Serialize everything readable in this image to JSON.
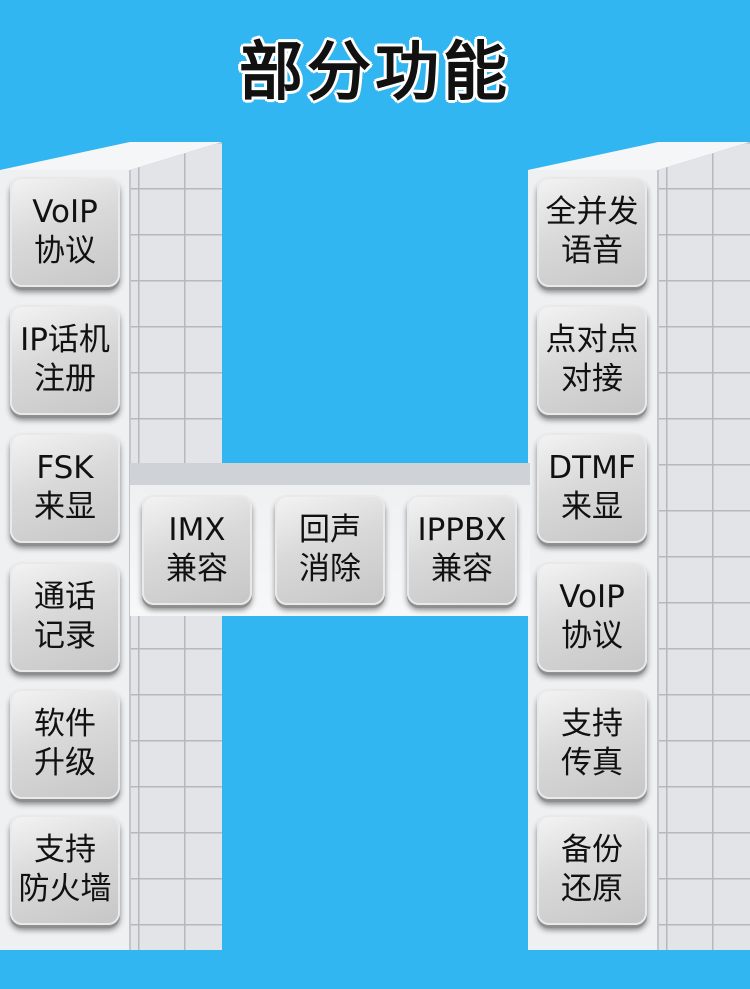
{
  "title": "部分功能",
  "left_column": [
    {
      "line1": "VoIP",
      "line2": "协议"
    },
    {
      "line1": "IP话机",
      "line2": "注册"
    },
    {
      "line1": "FSK",
      "line2": "来显"
    },
    {
      "line1": "通话",
      "line2": "记录"
    },
    {
      "line1": "软件",
      "line2": "升级"
    },
    {
      "line1": "支持",
      "line2": "防火墙"
    }
  ],
  "right_column": [
    {
      "line1": "全并发",
      "line2": "语音"
    },
    {
      "line1": "点对点",
      "line2": "对接"
    },
    {
      "line1": "DTMF",
      "line2": "来显"
    },
    {
      "line1": "VoIP",
      "line2": "协议"
    },
    {
      "line1": "支持",
      "line2": "传真"
    },
    {
      "line1": "备份",
      "line2": "还原"
    }
  ],
  "middle_row": [
    {
      "line1": "IMX",
      "line2": "兼容"
    },
    {
      "line1": "回声",
      "line2": "消除"
    },
    {
      "line1": "IPPBX",
      "line2": "兼容"
    }
  ],
  "colors": {
    "background": "#32b6f2",
    "panel": "#d0d0d0",
    "text": "#111111"
  }
}
